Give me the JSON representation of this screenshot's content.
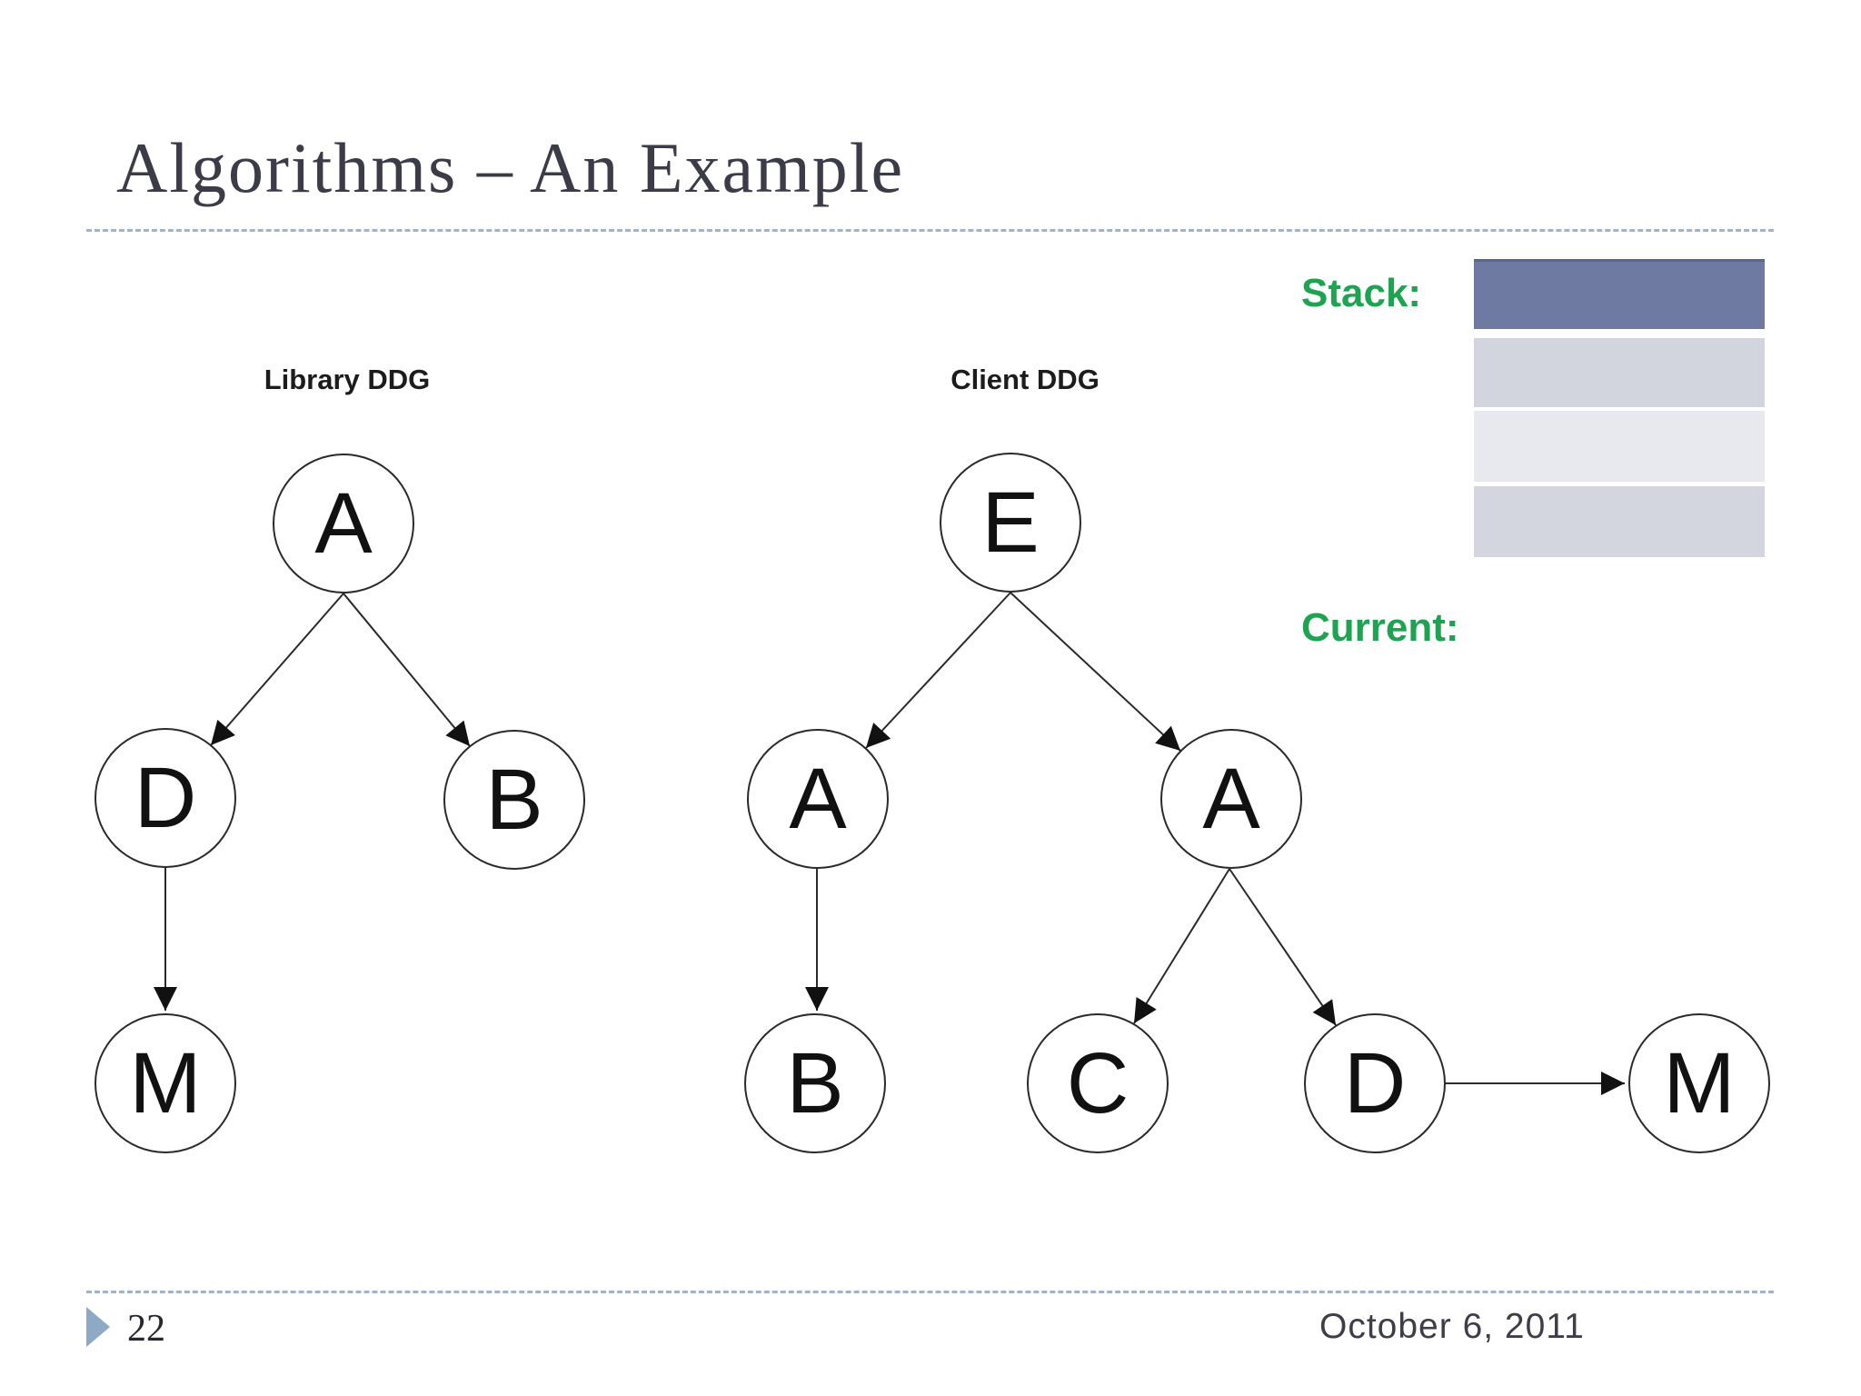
{
  "slide": {
    "title": "Algorithms – An Example",
    "page_number": "22",
    "date": "October 6, 2011"
  },
  "colors": {
    "accent_green": "#1ea351",
    "title_text": "#3c3c49",
    "dashed_rule": "#a4b2c6",
    "footer_triangle": "#8ea9c6",
    "node_stroke": "#2a2a2a",
    "stack_row_active": "#6f7aa3",
    "stack_row_2": "#d2d5de",
    "stack_row_3": "#e8e9ee",
    "stack_row_4": "#d4d6df"
  },
  "stack_panel": {
    "label": "Stack:",
    "row_count": 4,
    "rows": [
      {
        "state": "active",
        "color": "#6f7aa3",
        "text": ""
      },
      {
        "state": "empty",
        "color": "#d2d5de",
        "text": ""
      },
      {
        "state": "empty",
        "color": "#e8e9ee",
        "text": ""
      },
      {
        "state": "empty",
        "color": "#d4d6df",
        "text": ""
      }
    ]
  },
  "current_panel": {
    "label": "Current:",
    "value": ""
  },
  "library_ddg": {
    "label": "Library DDG",
    "nodes": [
      {
        "id": "A",
        "label": "A"
      },
      {
        "id": "D",
        "label": "D"
      },
      {
        "id": "B",
        "label": "B"
      },
      {
        "id": "M",
        "label": "M"
      }
    ],
    "edges": [
      {
        "from": "A",
        "to": "D"
      },
      {
        "from": "A",
        "to": "B"
      },
      {
        "from": "D",
        "to": "M"
      }
    ]
  },
  "client_ddg": {
    "label": "Client DDG",
    "nodes": [
      {
        "id": "E",
        "label": "E"
      },
      {
        "id": "A1",
        "label": "A"
      },
      {
        "id": "A2",
        "label": "A"
      },
      {
        "id": "B",
        "label": "B"
      },
      {
        "id": "C",
        "label": "C"
      },
      {
        "id": "D",
        "label": "D"
      },
      {
        "id": "M",
        "label": "M"
      }
    ],
    "edges": [
      {
        "from": "E",
        "to": "A1"
      },
      {
        "from": "E",
        "to": "A2"
      },
      {
        "from": "A1",
        "to": "B"
      },
      {
        "from": "A2",
        "to": "C"
      },
      {
        "from": "A2",
        "to": "D"
      },
      {
        "from": "D",
        "to": "M"
      }
    ]
  }
}
